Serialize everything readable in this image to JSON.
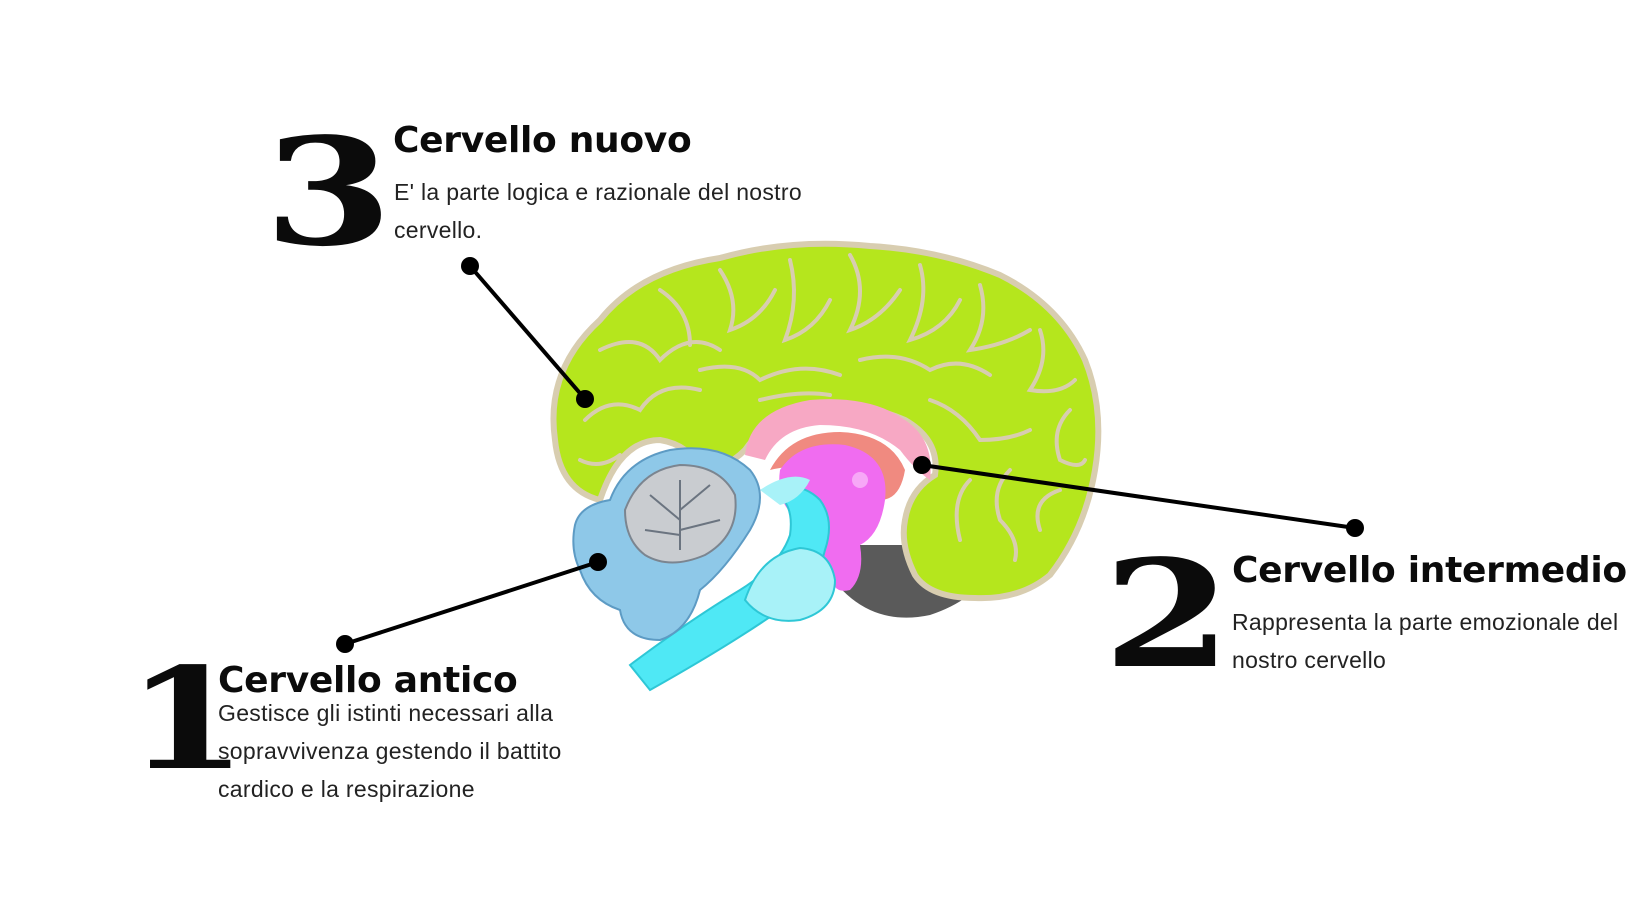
{
  "sections": {
    "new_brain": {
      "number": "3",
      "title": "Cervello nuovo",
      "description": "E' la parte logica e razionale del nostro cervello."
    },
    "middle_brain": {
      "number": "2",
      "title": "Cervello intermedio",
      "description": "Rappresenta la parte emozionale del nostro cervello"
    },
    "old_brain": {
      "number": "1",
      "title": "Cervello antico",
      "description": "Gestisce gli istinti necessari alla sopravvivenza gestendo il battito cardico e la respirazione"
    }
  },
  "colors": {
    "cortex": "#b5e61d",
    "cortex_outline": "#d8cdb0",
    "limbic_pink": "#f7a8c4",
    "limbic_salmon": "#f08a80",
    "thalamus_magenta": "#f06cf0",
    "brainstem_cyan": "#4fe8f5",
    "brainstem_light": "#a8f2f8",
    "cerebellum_blue": "#8ec8e8",
    "cerebellum_core": "#c9ccd0",
    "dark_gray": "#5a5a5a",
    "leader_line": "#000000"
  }
}
